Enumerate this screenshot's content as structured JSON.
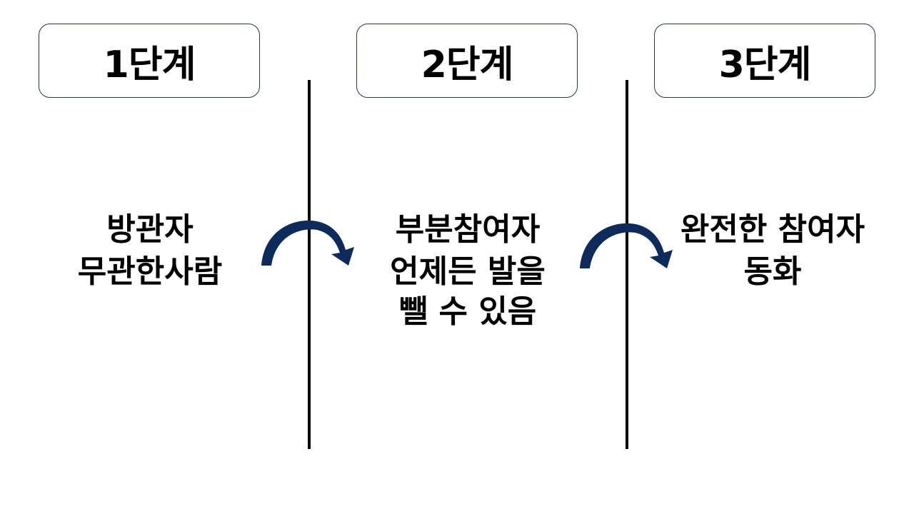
{
  "stages": [
    {
      "title": "1단계",
      "lines": [
        "방관자",
        "무관한사람"
      ]
    },
    {
      "title": "2단계",
      "lines": [
        "부분참여자",
        "언제든 발을",
        "뺄 수 있음"
      ]
    },
    {
      "title": "3단계",
      "lines": [
        "완전한 참여자",
        "동화"
      ]
    }
  ],
  "colors": {
    "box_border": "#1f3864",
    "arrow": "#0d2a5c",
    "text": "#000000",
    "divider": "#000000"
  },
  "icons": {
    "arrow1": "curved-arrow-right-icon",
    "arrow2": "curved-arrow-right-icon"
  }
}
